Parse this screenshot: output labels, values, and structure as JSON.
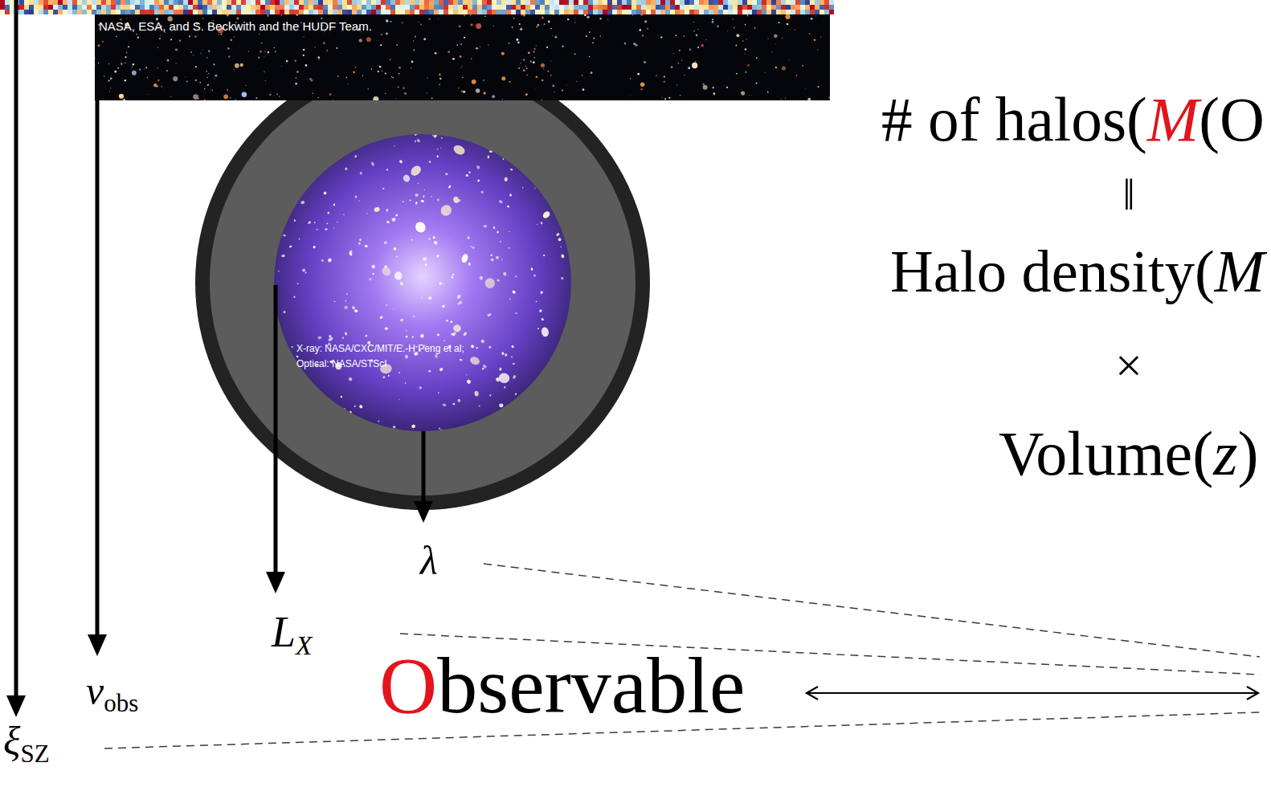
{
  "diagram": {
    "nodes": [
      {
        "text": [
          "NASA, ESA, and S. Beckwith and the HUDF Team."
        ]
      },
      {
        "text": [
          "X-ray: NASA/CXC/MIT/E.-H Peng et al; Optical: NASA/STScI"
        ]
      }
    ],
    "labels": [
      "ξSZ",
      "νobs",
      "LX",
      "λ",
      "Observable",
      "# of halos(M(O",
      "‖",
      "Halo density(M",
      "×",
      "Volume(z)"
    ]
  }
}
